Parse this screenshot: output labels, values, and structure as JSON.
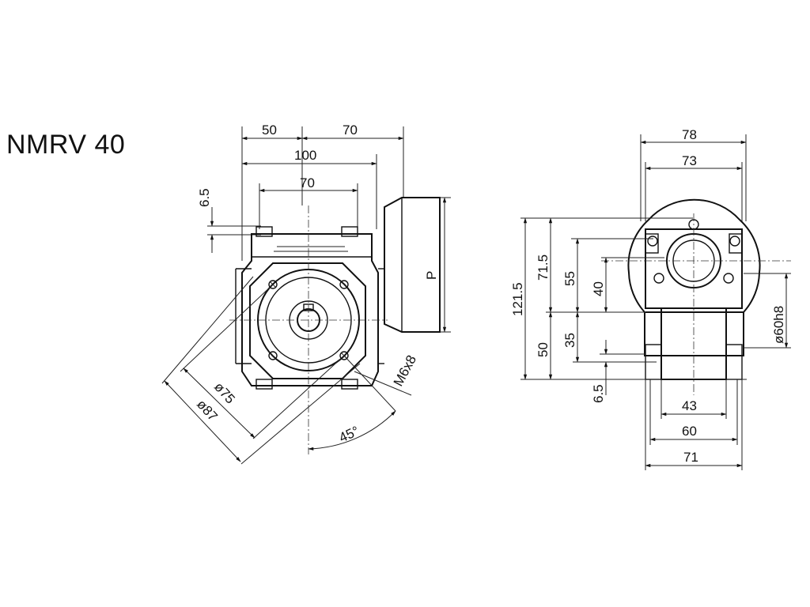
{
  "title": "NMRV 40",
  "front_view": {
    "dims": {
      "top_left": "50",
      "top_right": "70",
      "overall_width": "100",
      "inner_width": "70",
      "foot_height": "6.5",
      "motor_flange": "P",
      "dia_inner": "ø75",
      "dia_outer": "ø87",
      "angle": "45°",
      "thread": "M6x8"
    }
  },
  "side_view": {
    "dims": {
      "top_outer": "78",
      "top_inner": "73",
      "total_height": "121.5",
      "upper_height": "71.5",
      "bore_to_top": "55",
      "bore_offset": "40",
      "lower_height": "50",
      "base_to_axis": "35",
      "foot_thickness": "6.5",
      "shaft_dia": "ø60h8",
      "bottom_inner": "43",
      "bottom_mid": "60",
      "bottom_outer": "71"
    }
  }
}
